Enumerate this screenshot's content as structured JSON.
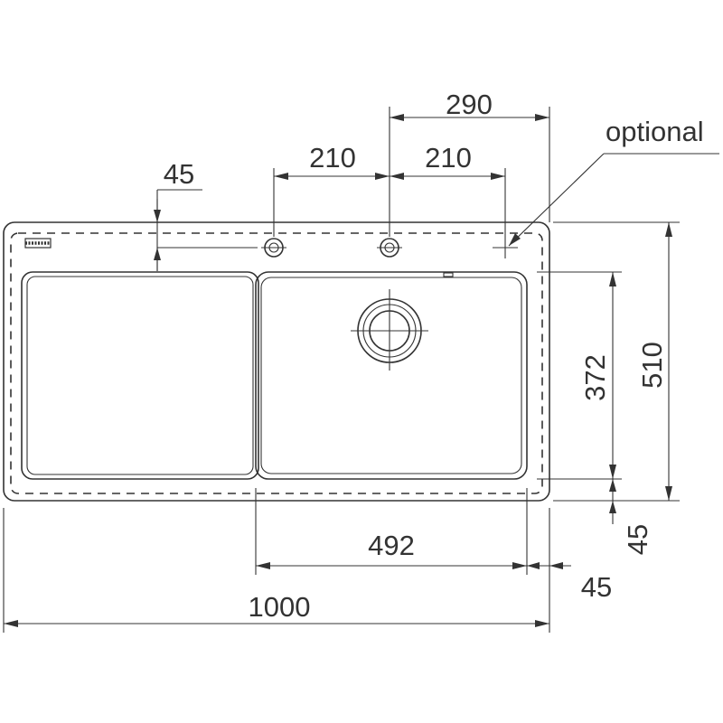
{
  "dimensions": {
    "tap_offset_right": "290",
    "optional_label": "optional",
    "hole_spacing_1": "210",
    "hole_spacing_2": "210",
    "edge_to_hole": "45",
    "bowl_depth": "372",
    "overall_depth": "510",
    "bowl_width": "492",
    "bowl_front_margin": "45",
    "bowl_side_margin": "45",
    "overall_width": "1000"
  }
}
